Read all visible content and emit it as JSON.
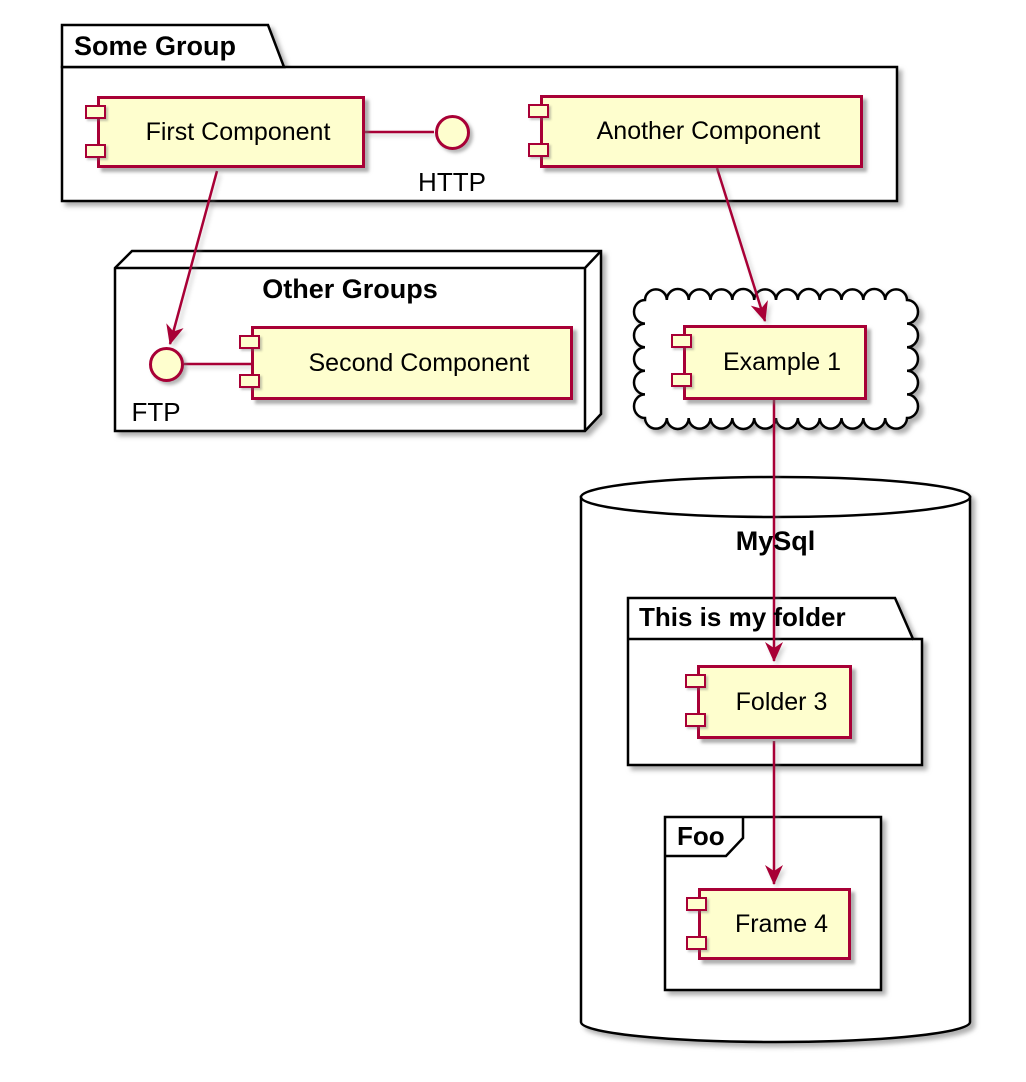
{
  "diagram": {
    "kind": "uml-component-diagram",
    "colors": {
      "component_fill": "#FEFECE",
      "component_border": "#A80036",
      "connector": "#A80036",
      "container_outline": "#000000",
      "background": "#FFFFFF"
    }
  },
  "containers": {
    "some_group": {
      "type": "package",
      "title": "Some Group"
    },
    "other_groups": {
      "type": "node",
      "title": "Other Groups"
    },
    "cloud": {
      "type": "cloud",
      "title": ""
    },
    "mysql": {
      "type": "database",
      "title": "MySql"
    },
    "my_folder": {
      "type": "folder",
      "title": "This is my folder"
    },
    "foo": {
      "type": "frame",
      "title": "Foo"
    }
  },
  "components": {
    "first": {
      "label": "First Component",
      "container": "some_group"
    },
    "another": {
      "label": "Another Component",
      "container": "some_group"
    },
    "second": {
      "label": "Second Component",
      "container": "other_groups"
    },
    "example1": {
      "label": "Example 1",
      "container": "cloud"
    },
    "folder3": {
      "label": "Folder 3",
      "container": "my_folder"
    },
    "frame4": {
      "label": "Frame 4",
      "container": "foo"
    }
  },
  "interfaces": {
    "http": {
      "label": "HTTP"
    },
    "ftp": {
      "label": "FTP"
    }
  },
  "edges": [
    {
      "from": "First Component",
      "to": "HTTP",
      "style": "line"
    },
    {
      "from": "First Component",
      "to": "FTP",
      "style": "arrow"
    },
    {
      "from": "FTP",
      "to": "Second Component",
      "style": "line"
    },
    {
      "from": "Another Component",
      "to": "Example 1",
      "style": "arrow"
    },
    {
      "from": "Example 1",
      "to": "Folder 3",
      "style": "arrow"
    },
    {
      "from": "Folder 3",
      "to": "Frame 4",
      "style": "arrow"
    }
  ]
}
